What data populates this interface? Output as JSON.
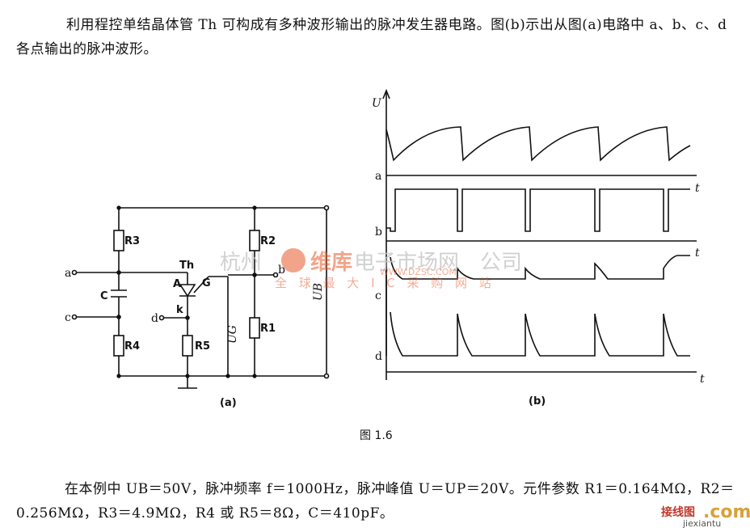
{
  "intro_text": "利用程控单结晶体管 Th 可构成有多种波形输出的脉冲发生器电路。图(b)示出从图(a)电路中 a、b、c、d 各点输出的脉冲波形。",
  "circuit": {
    "node_a": "a",
    "node_c": "c",
    "node_d": "d",
    "node_b": "b",
    "R3": "R3",
    "R2": "R2",
    "R1": "R1",
    "R4": "R4",
    "R5": "R5",
    "C": "C",
    "Th": "Th",
    "A": "A",
    "G": "G",
    "k": "k",
    "UG": "UG",
    "UB": "UB",
    "label": "(a)"
  },
  "waveforms": {
    "U": "U",
    "a": "a",
    "b": "b",
    "c": "c",
    "d": "d",
    "t": "t",
    "label": "(b)"
  },
  "figure_caption": "图 1.6",
  "body_text": "在本例中 UB＝50V，脉冲频率 f＝1000Hz，脉冲峰值 U＝UP＝20V。元件参数 R1＝0.164MΩ，R2＝0.256MΩ，R3＝4.9MΩ，R4 或 R5＝8Ω，C＝410pF。",
  "watermark": {
    "left": "杭州",
    "brand": "维库",
    "brand_rest": "电子市场网",
    "right": "公司",
    "url": "WWW.DZSC.COM",
    "slogan": "全 球 最 大 I C 采 购 网 站"
  },
  "corner_watermark": {
    "site_cn": "接线图",
    "dot_com": ".com",
    "site": "jiexiantu"
  }
}
